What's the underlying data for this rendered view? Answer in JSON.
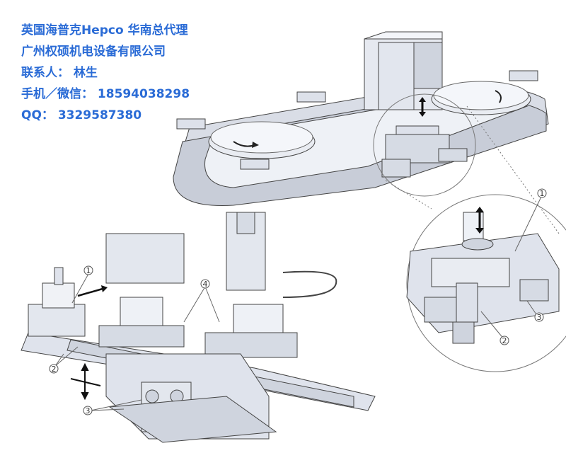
{
  "contact": {
    "line1": "英国海普克Hepco 华南总代理",
    "line2": "广州权硕机电设备有限公司",
    "line3": "联系人： 林生",
    "line4": "手机／微信： 18594038298",
    "line5": "QQ： 3329587380"
  },
  "callouts": {
    "c1": "1",
    "c2": "2",
    "c3": "3",
    "c4": "4"
  },
  "colors": {
    "text": "#2a6bd6",
    "machine": "#dfe3ec",
    "outline": "#444444"
  }
}
